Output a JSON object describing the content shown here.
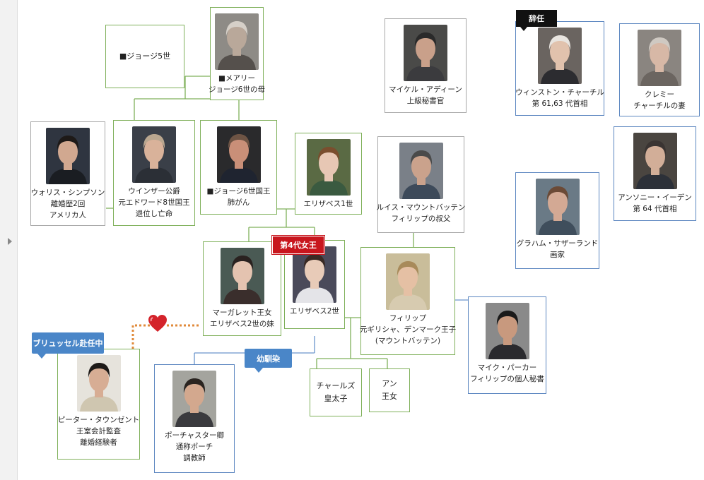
{
  "colors": {
    "line_green": "#7fb05a",
    "line_blue": "#6a95cc",
    "border_gray": "#a7a7a7",
    "dotted_orange": "#e08a3a",
    "heart": "#d4232b",
    "badge_red": "#c8161d",
    "badge_blue": "#4a86c8",
    "badge_black": "#111111"
  },
  "nodes": [
    {
      "id": "george5",
      "lines": [
        "■ジョージ5世"
      ]
    },
    {
      "id": "mary",
      "lines": [
        "■メアリー",
        "ジョージ6世の母"
      ]
    },
    {
      "id": "adeane",
      "lines": [
        "マイケル・アディーン",
        "上級秘書官"
      ]
    },
    {
      "id": "churchill",
      "lines": [
        "ウィンストン・チャーチル",
        "第 61,63 代首相"
      ]
    },
    {
      "id": "clemmie",
      "lines": [
        "クレミー",
        "チャーチルの妻"
      ]
    },
    {
      "id": "simpson",
      "lines": [
        "ウォリス・シンプソン",
        "離婚歴2回",
        "アメリカ人"
      ]
    },
    {
      "id": "windsor",
      "lines": [
        "ウインザー公爵",
        "元エドワード8世国王",
        "退位し亡命"
      ]
    },
    {
      "id": "george6",
      "lines": [
        "■ジョージ6世国王",
        "肺がん"
      ]
    },
    {
      "id": "elizabeth1",
      "lines": [
        "エリザベス1世"
      ]
    },
    {
      "id": "mountbatten",
      "lines": [
        "ルイス・マウントバッテン",
        "フィリップの叔父"
      ]
    },
    {
      "id": "eden",
      "lines": [
        "アンソニー・イーデン",
        "第 64 代首相"
      ]
    },
    {
      "id": "sutherland",
      "lines": [
        "グラハム・サザーランド",
        "画家"
      ]
    },
    {
      "id": "margaret",
      "lines": [
        "マーガレット王女",
        "エリザベス2世の妹"
      ]
    },
    {
      "id": "elizabeth2",
      "lines": [
        "エリザベス2世"
      ]
    },
    {
      "id": "philip",
      "lines": [
        "フィリップ",
        "元ギリシャ、デンマーク王子",
        "(マウントバッテン)"
      ]
    },
    {
      "id": "parker",
      "lines": [
        "マイク・パーカー",
        "フィリップの個人秘書"
      ]
    },
    {
      "id": "townsend",
      "lines": [
        "ピーター・タウンゼント",
        "王室会計監査",
        "離婚経験者"
      ]
    },
    {
      "id": "porchester",
      "lines": [
        "ポーチャスター卿",
        "通称ポーチ",
        "調教師"
      ]
    },
    {
      "id": "charles",
      "lines": [
        "チャールズ",
        "皇太子"
      ]
    },
    {
      "id": "anne",
      "lines": [
        "アン",
        "王女"
      ]
    }
  ],
  "badges": {
    "resigned": "辞任",
    "fourth_queen": "第4代女王",
    "brussels": "ブリュッセル赴任中",
    "childhood_friend": "幼馴染"
  },
  "icons": {
    "expand": "arrow-right-icon",
    "love": "heart-icon"
  }
}
